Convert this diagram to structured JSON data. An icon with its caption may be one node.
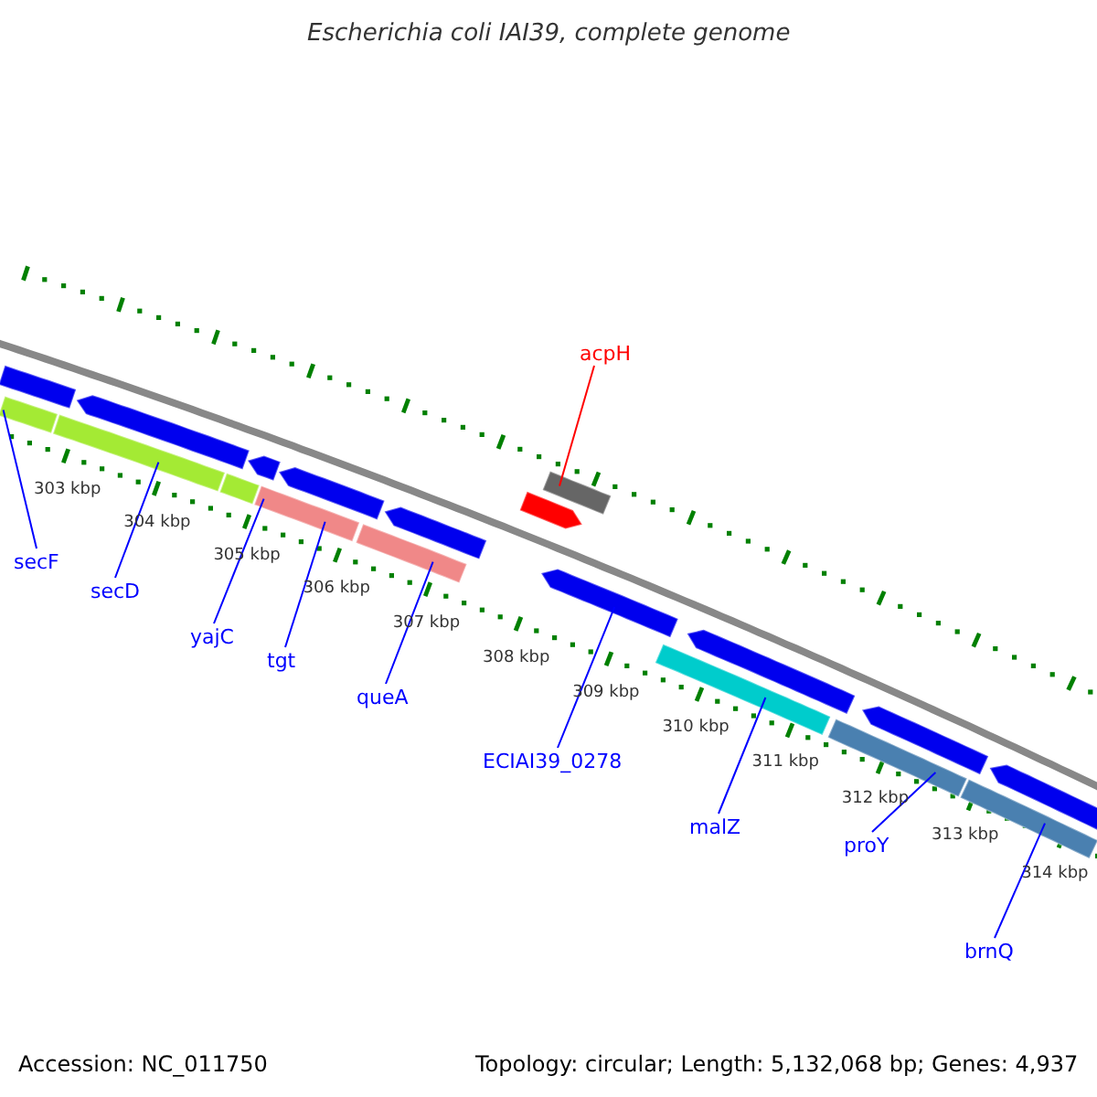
{
  "diagram": {
    "title": "Escherichia coli IAI39, complete genome",
    "nodes": [
      {
        "text": [
          "secF"
        ]
      },
      {
        "text": [
          "secD"
        ]
      },
      {
        "text": [
          "yajC"
        ]
      },
      {
        "text": [
          "tgt"
        ]
      },
      {
        "text": [
          "queA"
        ]
      },
      {
        "text": [
          "acpH"
        ]
      },
      {
        "text": [
          "ECIAI39_0278"
        ]
      },
      {
        "text": [
          "malZ"
        ]
      },
      {
        "text": [
          "proY"
        ]
      },
      {
        "text": [
          "brnQ"
        ]
      },
      {
        "text": [],
        "shape": "bar"
      },
      {
        "text": [],
        "shape": "bar"
      },
      {
        "text": [],
        "shape": "bar"
      },
      {
        "text": [],
        "shape": "bar"
      },
      {
        "text": [],
        "shape": "bar"
      },
      {
        "text": [],
        "shape": "bar"
      },
      {
        "text": [],
        "shape": "bar"
      },
      {
        "text": [],
        "shape": "bar"
      },
      {
        "text": [],
        "shape": "bar"
      },
      {
        "text": [],
        "shape": "bar"
      },
      {
        "text": [],
        "shape": "bar"
      },
      {
        "text": [],
        "shape": "bar"
      },
      {
        "text": [],
        "shape": "bar"
      },
      {
        "text": [],
        "shape": "bar"
      },
      {
        "text": [],
        "shape": "bar"
      },
      {
        "text": [],
        "shape": "bar"
      },
      {
        "text": [],
        "shape": "bar"
      },
      {
        "text": [],
        "shape": "bar"
      },
      {
        "text": [],
        "shape": "bar"
      }
    ],
    "edges": [
      {
        "from": 0,
        "to": 10,
        "arrow": "none"
      },
      {
        "from": 1,
        "to": 11,
        "arrow": "none"
      },
      {
        "from": 2,
        "to": 12,
        "arrow": "none"
      },
      {
        "from": 3,
        "to": 13,
        "arrow": "none"
      },
      {
        "from": 4,
        "to": 14,
        "arrow": "none"
      },
      {
        "from": 5,
        "to": 15,
        "arrow": "none",
        "color": "#ff0000"
      },
      {
        "from": 6,
        "to": 16,
        "arrow": "none"
      },
      {
        "from": 7,
        "to": 17,
        "arrow": "none"
      },
      {
        "from": 8,
        "to": 18,
        "arrow": "none"
      },
      {
        "from": 9,
        "to": 19,
        "arrow": "none"
      }
    ],
    "labels": [
      "303 kbp",
      "304 kbp",
      "305 kbp",
      "306 kbp",
      "307 kbp",
      "308 kbp",
      "309 kbp",
      "310 kbp",
      "311 kbp",
      "312 kbp",
      "313 kbp",
      "314 kbp",
      "Accession: NC_011750",
      "Topology: circular; Length: 5,132,068 bp; Genes: 4,937"
    ]
  }
}
